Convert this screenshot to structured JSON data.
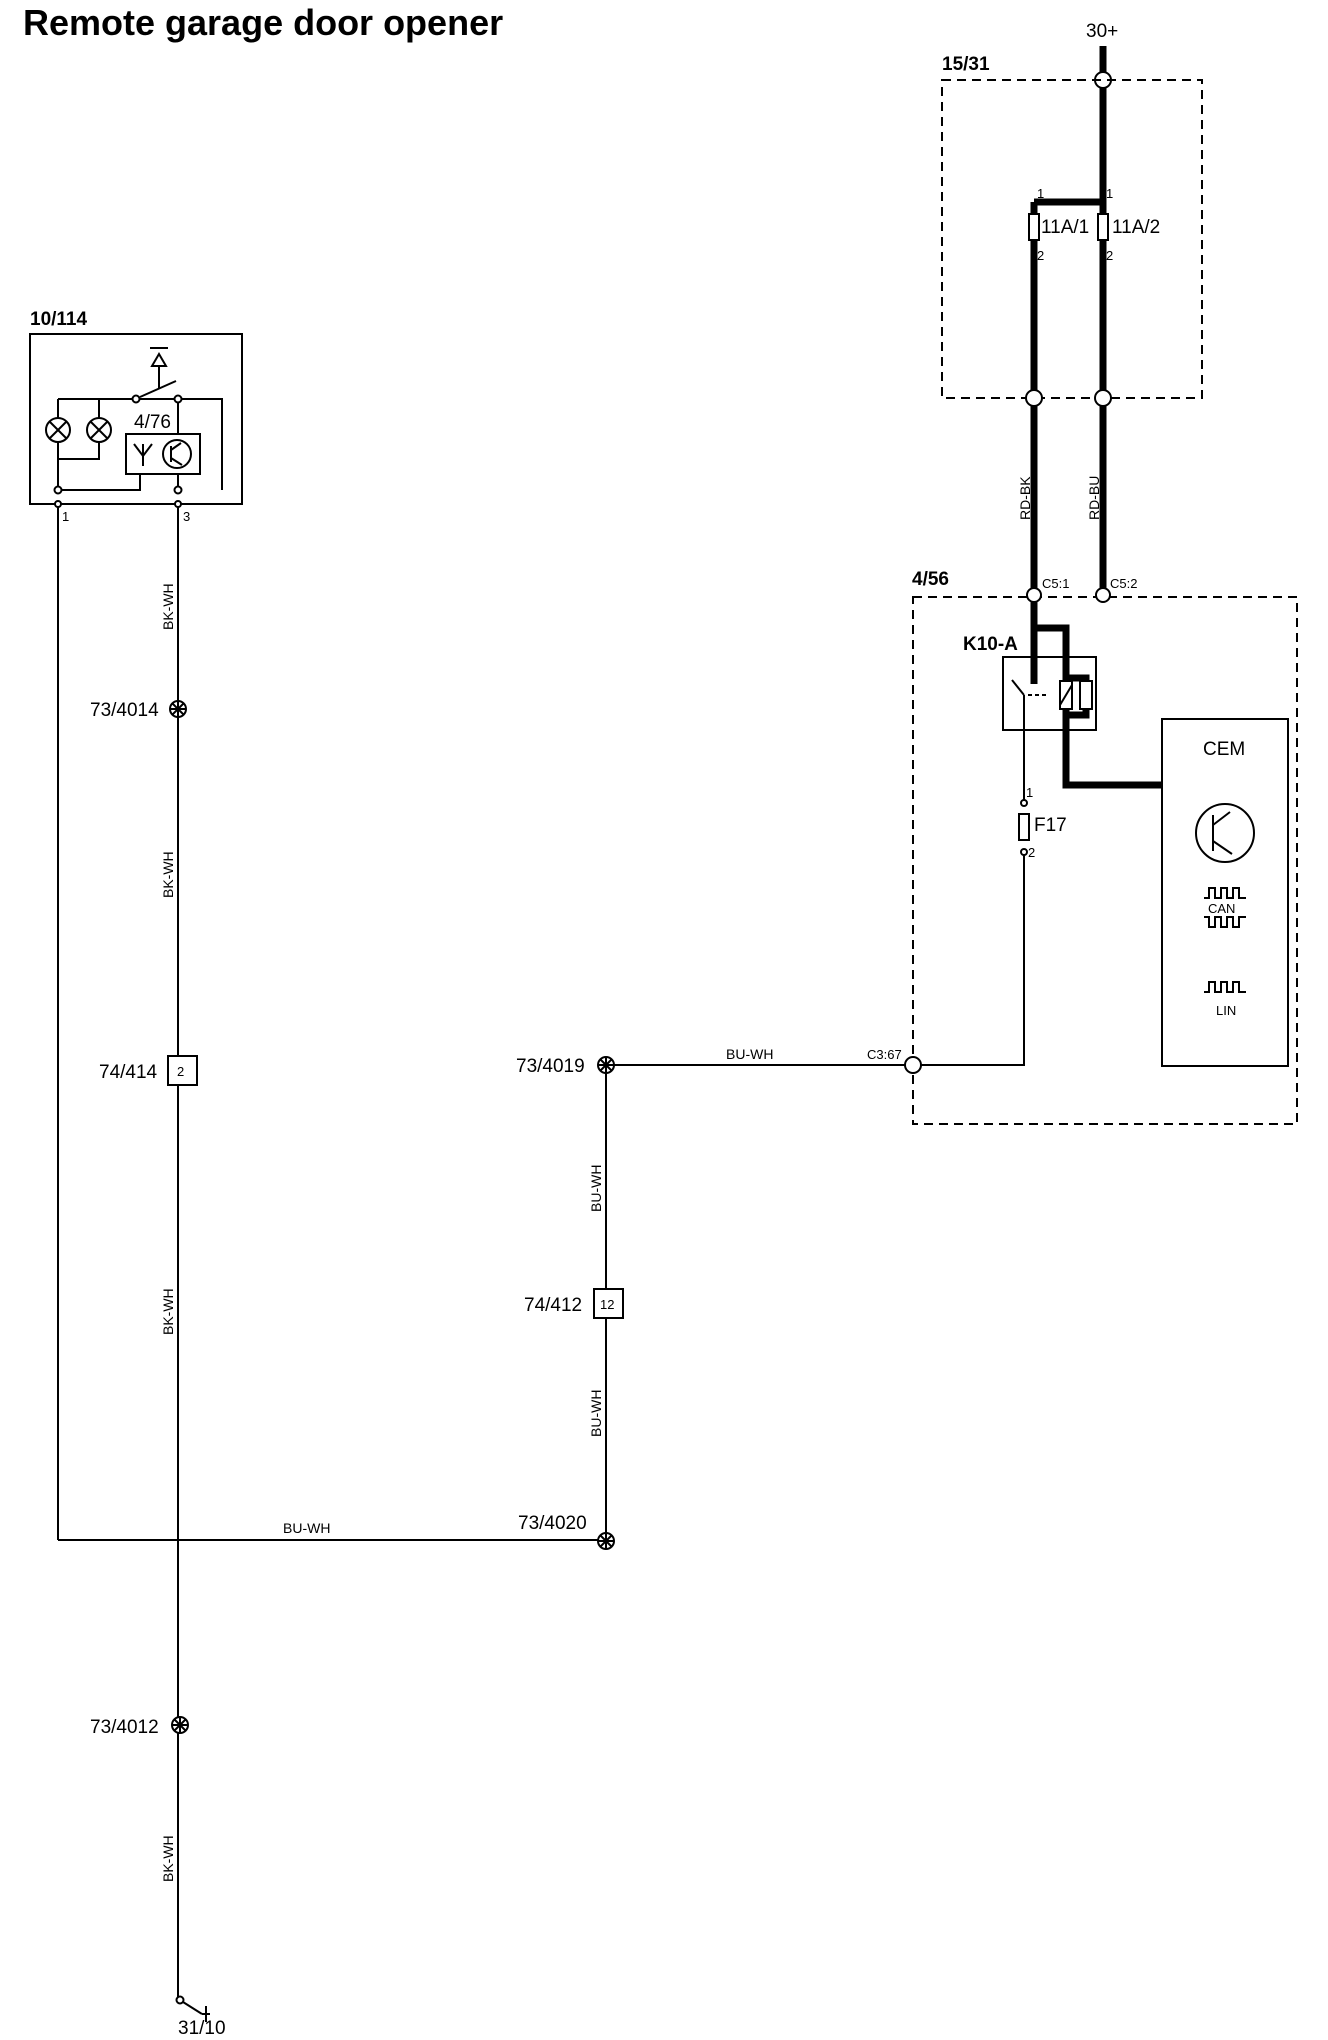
{
  "title": "Remote garage door opener",
  "components": {
    "garage_unit": "10/114",
    "receiver": "4/76",
    "fuse_box": "15/31",
    "cem_module": "4/56",
    "relay": "K10-A",
    "cem": "CEM",
    "can": "CAN",
    "lin": "LIN",
    "fuse_f17": "F17",
    "fuse_11a1": "11A/1",
    "fuse_11a2": "11A/2",
    "power": "30+",
    "ground": "31/10"
  },
  "pins": {
    "unit_pin1": "1",
    "unit_pin3": "3",
    "fuse_top_left": "1",
    "fuse_top_right": "1",
    "fuse_bot_left": "2",
    "fuse_bot_right": "2",
    "f17_top": "1",
    "f17_bot": "2",
    "c5_1": "C5:1",
    "c5_2": "C5:2",
    "c3_67": "C3:67",
    "conn_74_414_pin": "2",
    "conn_74_412_pin": "12"
  },
  "splices": {
    "s4014": "73/4014",
    "s4012": "73/4012",
    "s4019": "73/4019",
    "s4020": "73/4020",
    "c414": "74/414",
    "c412": "74/412"
  },
  "wires": {
    "bkwh": "BK-WH",
    "buwh": "BU-WH",
    "rdbk": "RD-BK",
    "rdbu": "RD-BU"
  }
}
